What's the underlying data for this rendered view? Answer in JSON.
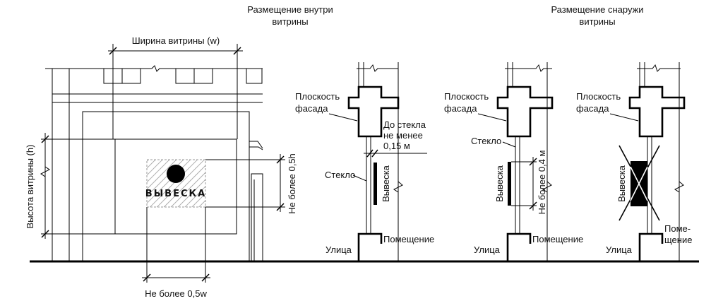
{
  "headings": {
    "inside": [
      "Размещение внутри",
      "витрины"
    ],
    "outside": [
      "Размещение снаружи",
      "витрины"
    ]
  },
  "facade": {
    "width_label": "Ширина витрины (w)",
    "height_label": "Высота витрины (h)",
    "sign_text": "ВЫВЕСКА",
    "max_height_label": "Не более 0,5h",
    "max_width_label": "Не более 0,5w"
  },
  "inside_section": {
    "facade_plane": [
      "Плоскость",
      "фасада"
    ],
    "glass": "Стекло",
    "distance": [
      "До стекла",
      "не менее",
      "0,15 м"
    ],
    "sign_vertical": "Вывеска",
    "street": "Улица",
    "room": "Помещение"
  },
  "outside_allowed": {
    "facade_plane": [
      "Плоскость",
      "фасада"
    ],
    "glass": "Стекло",
    "sign_vertical": "Вывеска",
    "max_height": "Не более 0,4 м",
    "street": "Улица",
    "room": "Помещение"
  },
  "outside_forbidden": {
    "facade_plane": [
      "Плоскость",
      "фасада"
    ],
    "sign_vertical": "Вывеска",
    "street": "Улица",
    "room": [
      "Поме-",
      "щение"
    ]
  },
  "colors": {
    "ink": "#000000",
    "hatch": "#9a9a9a",
    "background": "#ffffff"
  }
}
